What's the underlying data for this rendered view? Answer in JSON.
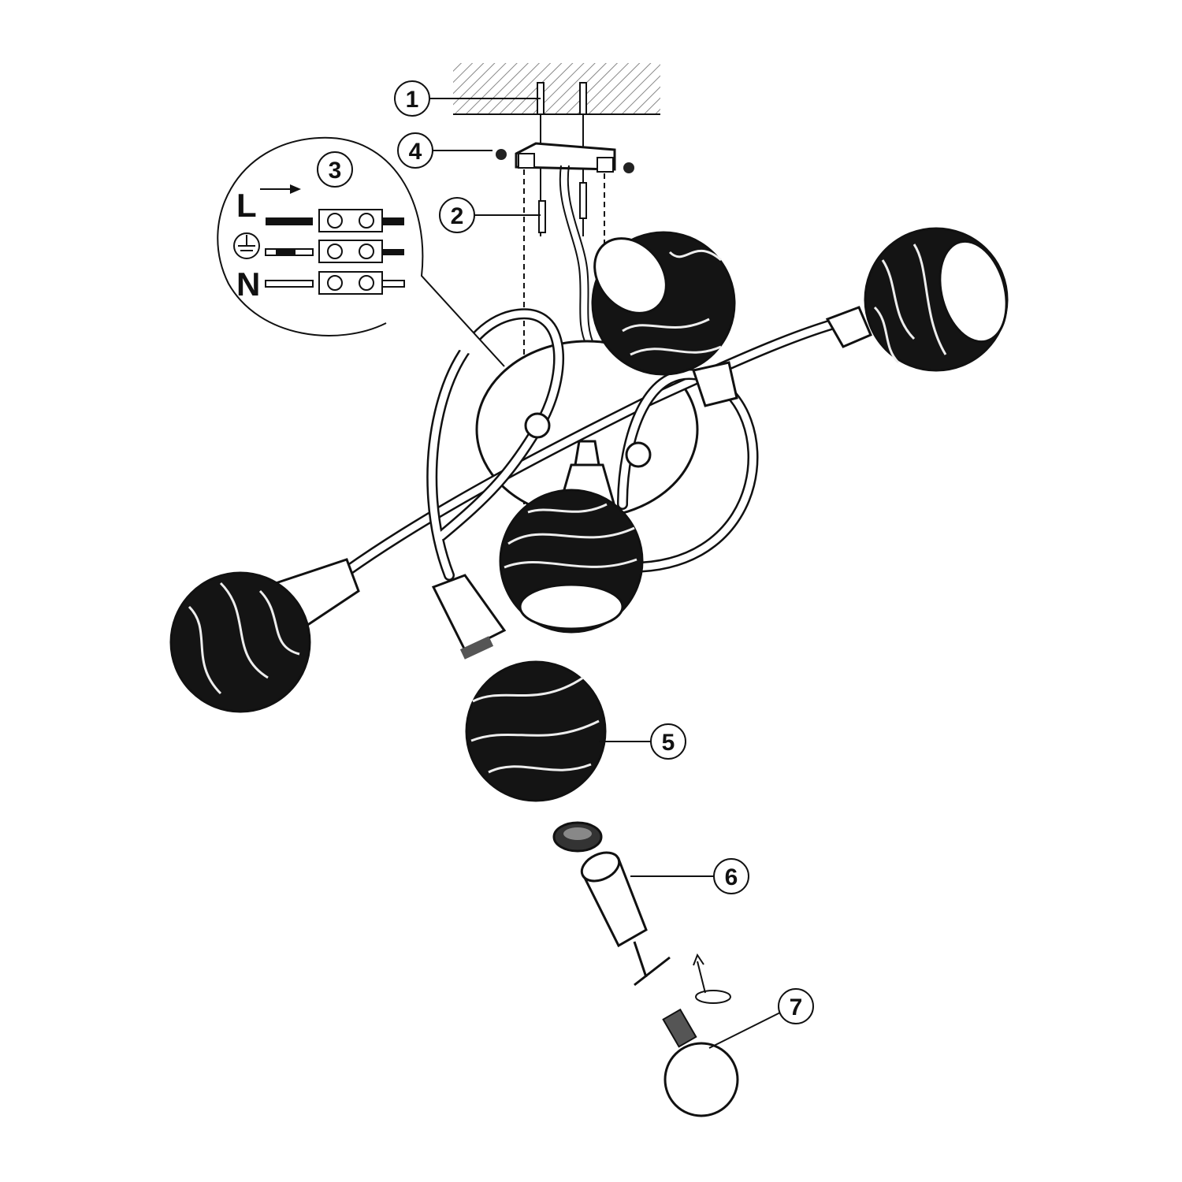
{
  "callouts": [
    {
      "label": "1",
      "part": "ceiling-screws"
    },
    {
      "label": "2",
      "part": "mounting-screws"
    },
    {
      "label": "3",
      "part": "wiring-terminal"
    },
    {
      "label": "4",
      "part": "mounting-bracket"
    },
    {
      "label": "5",
      "part": "glass-shade"
    },
    {
      "label": "6",
      "part": "lamp-socket"
    },
    {
      "label": "7",
      "part": "bulb"
    }
  ],
  "wiring": {
    "live": "L",
    "neutral": "N",
    "earth_icon": "earth-ground-icon"
  },
  "colors": {
    "ink": "#111111",
    "background": "#ffffff"
  }
}
